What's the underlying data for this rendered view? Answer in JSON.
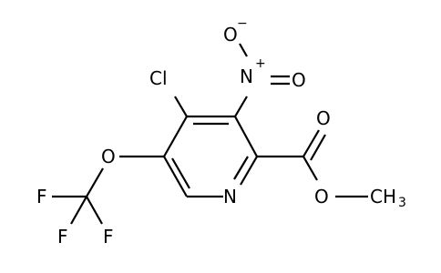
{
  "atoms": {
    "chlorine": "Cl",
    "nitro_nitrogen": "N",
    "nitro_n_charge": "+",
    "nitro_oxygen_top": "O",
    "nitro_oxygen_top_charge": "−",
    "nitro_oxygen_double": "O",
    "ester_carbonyl_oxygen": "O",
    "ester_single_oxygen": "O",
    "methyl_carbon": "CH",
    "methyl_subscript": "3",
    "ring_nitrogen": "N",
    "ether_oxygen": "O",
    "fluorine_top": "F",
    "fluorine_left": "F",
    "fluorine_right": "F"
  },
  "colors": {
    "bond": "#000000",
    "label": "#000000",
    "background": "#ffffff"
  }
}
